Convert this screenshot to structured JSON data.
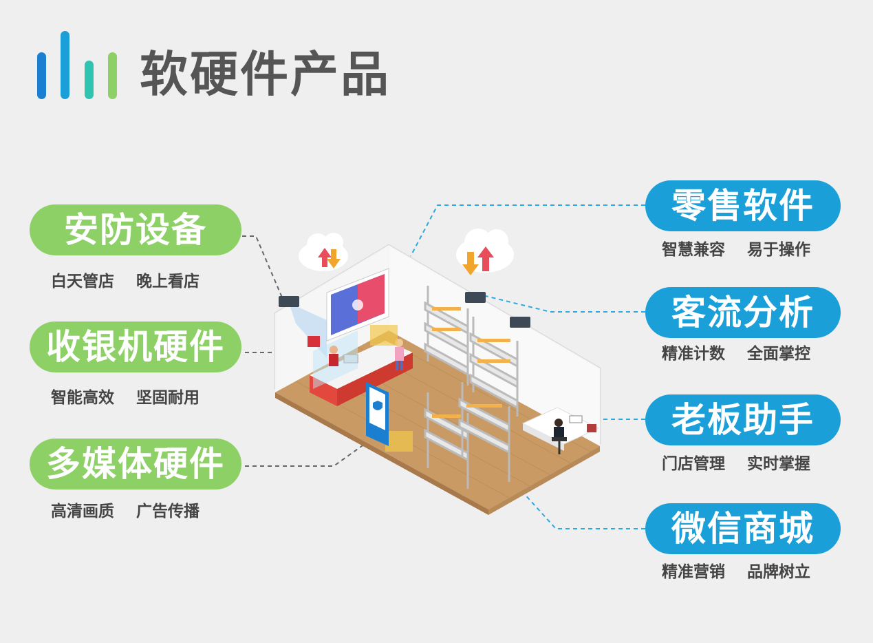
{
  "header": {
    "title": "软硬件产品",
    "logo_colors": [
      "#1a7fd0",
      "#1a9fd9",
      "#2fc4b0",
      "#8dd066"
    ]
  },
  "colors": {
    "green": "#8dd066",
    "blue": "#1a9fd9",
    "connector": "#29a9e0",
    "connector_dark": "#666666"
  },
  "left_features": [
    {
      "title": "安防设备",
      "subs": [
        "白天管店",
        "晚上看店"
      ]
    },
    {
      "title": "收银机硬件",
      "subs": [
        "智能高效",
        "坚固耐用"
      ]
    },
    {
      "title": "多媒体硬件",
      "subs": [
        "高清画质",
        "广告传播"
      ]
    }
  ],
  "right_features": [
    {
      "title": "零售软件",
      "subs": [
        "智慧兼容",
        "易于操作"
      ]
    },
    {
      "title": "客流分析",
      "subs": [
        "精准计数",
        "全面掌控"
      ]
    },
    {
      "title": "老板助手",
      "subs": [
        "门店管理",
        "实时掌握"
      ]
    },
    {
      "title": "微信商城",
      "subs": [
        "精准营销",
        "品牌树立"
      ]
    }
  ],
  "illustration": {
    "icons": [
      "cloud-upload-icon",
      "cloud-sync-icon",
      "camera-icon",
      "cash-register-icon",
      "display-screen-icon",
      "shelf-icon",
      "boss-desk-icon"
    ]
  }
}
